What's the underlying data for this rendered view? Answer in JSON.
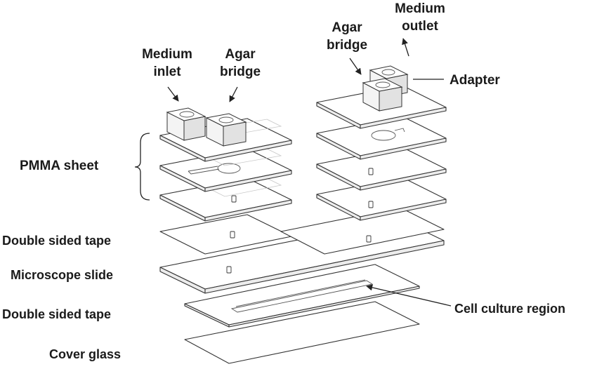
{
  "labels": {
    "medium_inlet_1": "Medium",
    "medium_inlet_2": "inlet",
    "agar_bridge_left_1": "Agar",
    "agar_bridge_left_2": "bridge",
    "agar_bridge_right_1": "Agar",
    "agar_bridge_right_2": "bridge",
    "medium_outlet_1": "Medium",
    "medium_outlet_2": "outlet",
    "adapter": "Adapter",
    "pmma_sheet": "PMMA sheet",
    "double_sided_tape_top": "Double sided tape",
    "microscope_slide": "Microscope slide",
    "double_sided_tape_bottom": "Double sided tape",
    "cover_glass": "Cover glass",
    "cell_culture_region": "Cell culture region"
  }
}
